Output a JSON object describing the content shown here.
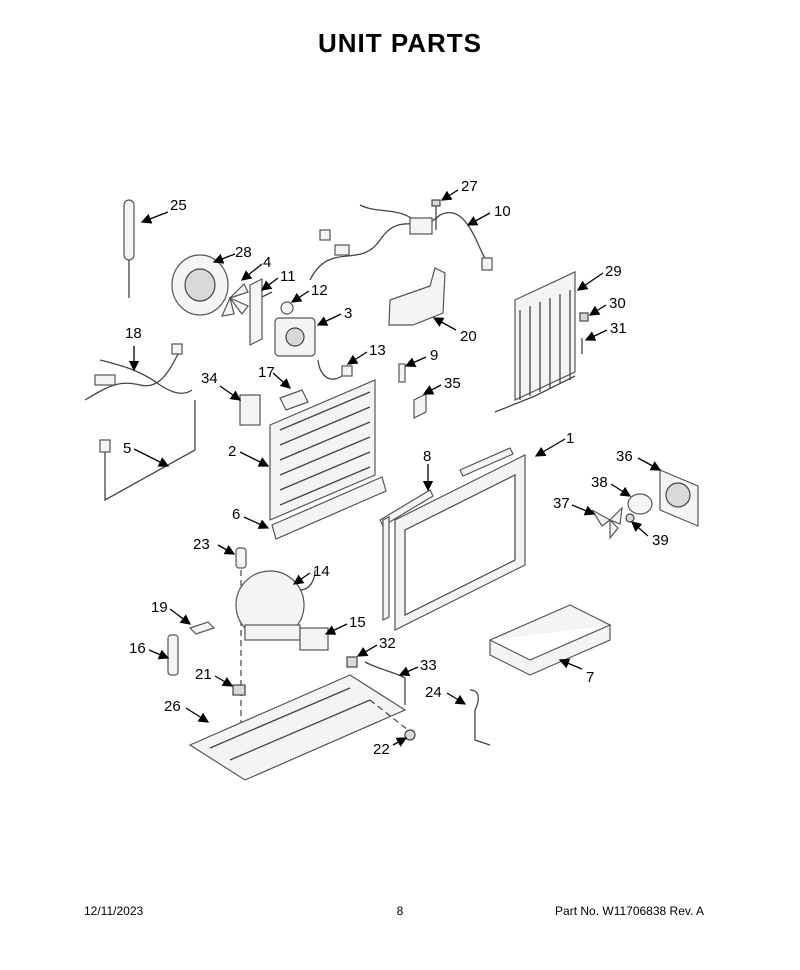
{
  "header": {
    "title": "UNIT  PARTS"
  },
  "callouts": [
    "25",
    "28",
    "4",
    "11",
    "12",
    "3",
    "27",
    "10",
    "20",
    "29",
    "30",
    "31",
    "18",
    "13",
    "9",
    "35",
    "34",
    "17",
    "2",
    "5",
    "1",
    "8",
    "36",
    "38",
    "37",
    "39",
    "6",
    "23",
    "14",
    "19",
    "15",
    "16",
    "32",
    "33",
    "21",
    "7",
    "24",
    "26",
    "22"
  ],
  "footer": {
    "date": "12/11/2023",
    "page": "8",
    "part_no": "Part No.  W11706838  Rev.  A"
  }
}
